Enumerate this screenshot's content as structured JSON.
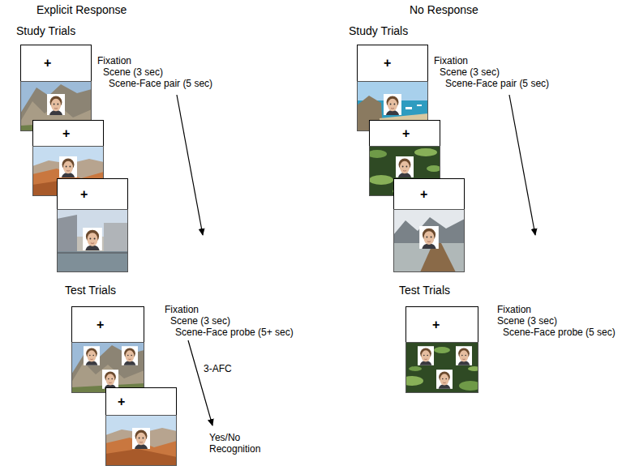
{
  "diagram": {
    "nodes": [
      {
        "text": [
          "+"
        ]
      },
      {
        "text": [
          "+"
        ]
      },
      {
        "text": [
          "+"
        ]
      },
      {
        "text": [
          "+"
        ]
      },
      {
        "text": [
          "+"
        ]
      },
      {
        "text": [
          "+"
        ]
      },
      {
        "text": [
          "+"
        ]
      },
      {
        "text": [
          "+"
        ]
      },
      {
        "text": [
          "+"
        ]
      }
    ],
    "labels": [
      "Explicit Response",
      "Study Trials",
      "Fixation",
      "Scene (3 sec)",
      "Scene-Face pair (5 sec)",
      "Test Trials",
      "Fixation",
      "Scene (3 sec)",
      "Scene-Face probe (5+ sec)",
      "3-AFC",
      "Yes/No Recognition",
      "No Response",
      "Study Trials",
      "Fixation",
      "Scene (3 sec)",
      "Scene-Face pair (5 sec)",
      "Test Trials",
      "Fixation",
      "Scene (3 sec)",
      "Scene-Face probe (5 sec)"
    ]
  }
}
